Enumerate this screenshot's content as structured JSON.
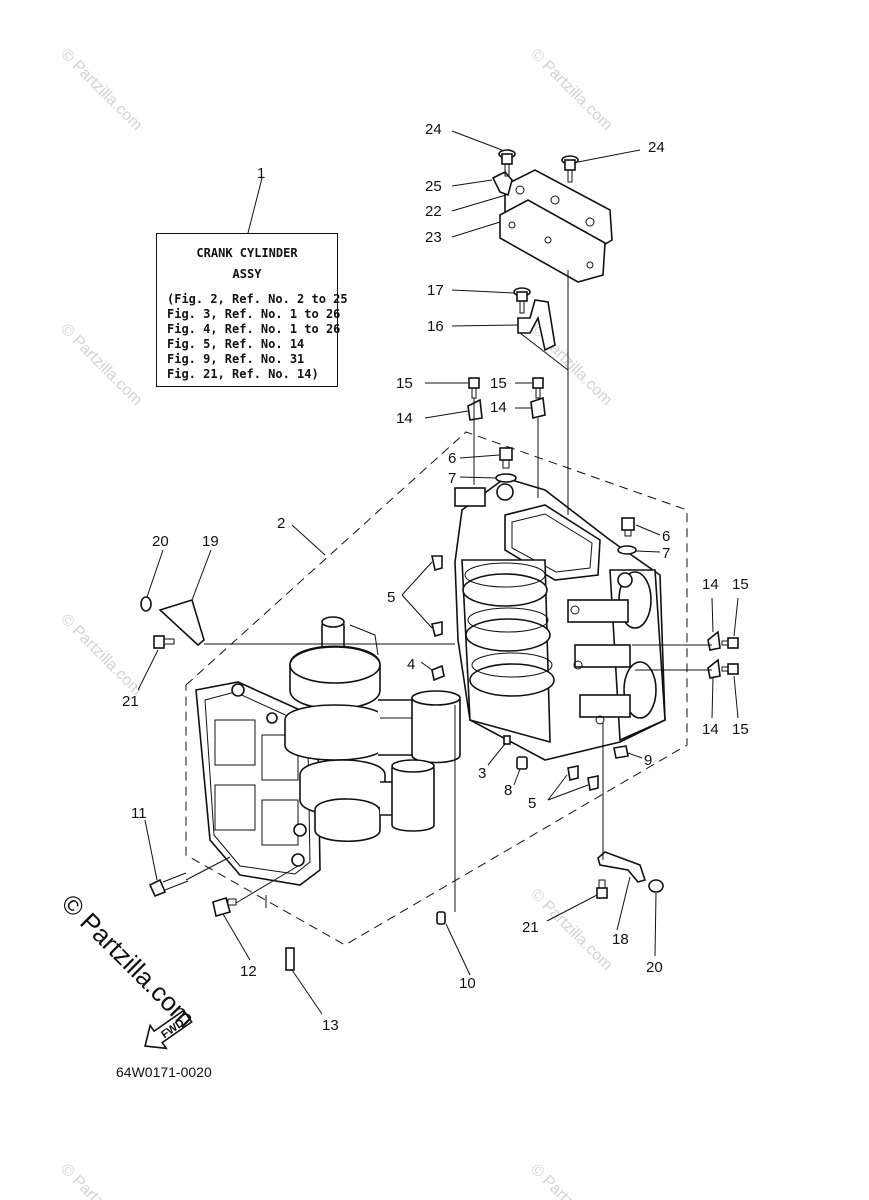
{
  "note": {
    "title": "CRANK CYLINDER",
    "subtitle": "ASSY",
    "lines": [
      "(Fig. 2, Ref. No. 2 to 25",
      "Fig. 3, Ref. No. 1 to 26",
      "Fig. 4, Ref. No. 1 to 26",
      "Fig. 5, Ref. No. 14",
      "Fig. 9, Ref. No. 31",
      "Fig. 21, Ref. No. 14)"
    ]
  },
  "callouts": {
    "c1": "1",
    "c2": "2",
    "c3": "3",
    "c4": "4",
    "c5a": "5",
    "c5b": "5",
    "c6a": "6",
    "c6b": "6",
    "c7a": "7",
    "c7b": "7",
    "c8": "8",
    "c9": "9",
    "c10": "10",
    "c11": "11",
    "c12": "12",
    "c13": "13",
    "c14a": "14",
    "c14b": "14",
    "c14c": "14",
    "c14d": "14",
    "c15a": "15",
    "c15b": "15",
    "c15c": "15",
    "c15d": "15",
    "c16": "16",
    "c17": "17",
    "c18": "18",
    "c19": "19",
    "c20a": "20",
    "c20b": "20",
    "c21a": "21",
    "c21b": "21",
    "c22": "22",
    "c23": "23",
    "c24a": "24",
    "c24b": "24",
    "c25": "25"
  },
  "fwd_label": "FWD",
  "figure_code": "64W0171-0020",
  "watermark": {
    "copyright_text": "© Partzilla.com",
    "small_text": "© Partzilla.com"
  }
}
